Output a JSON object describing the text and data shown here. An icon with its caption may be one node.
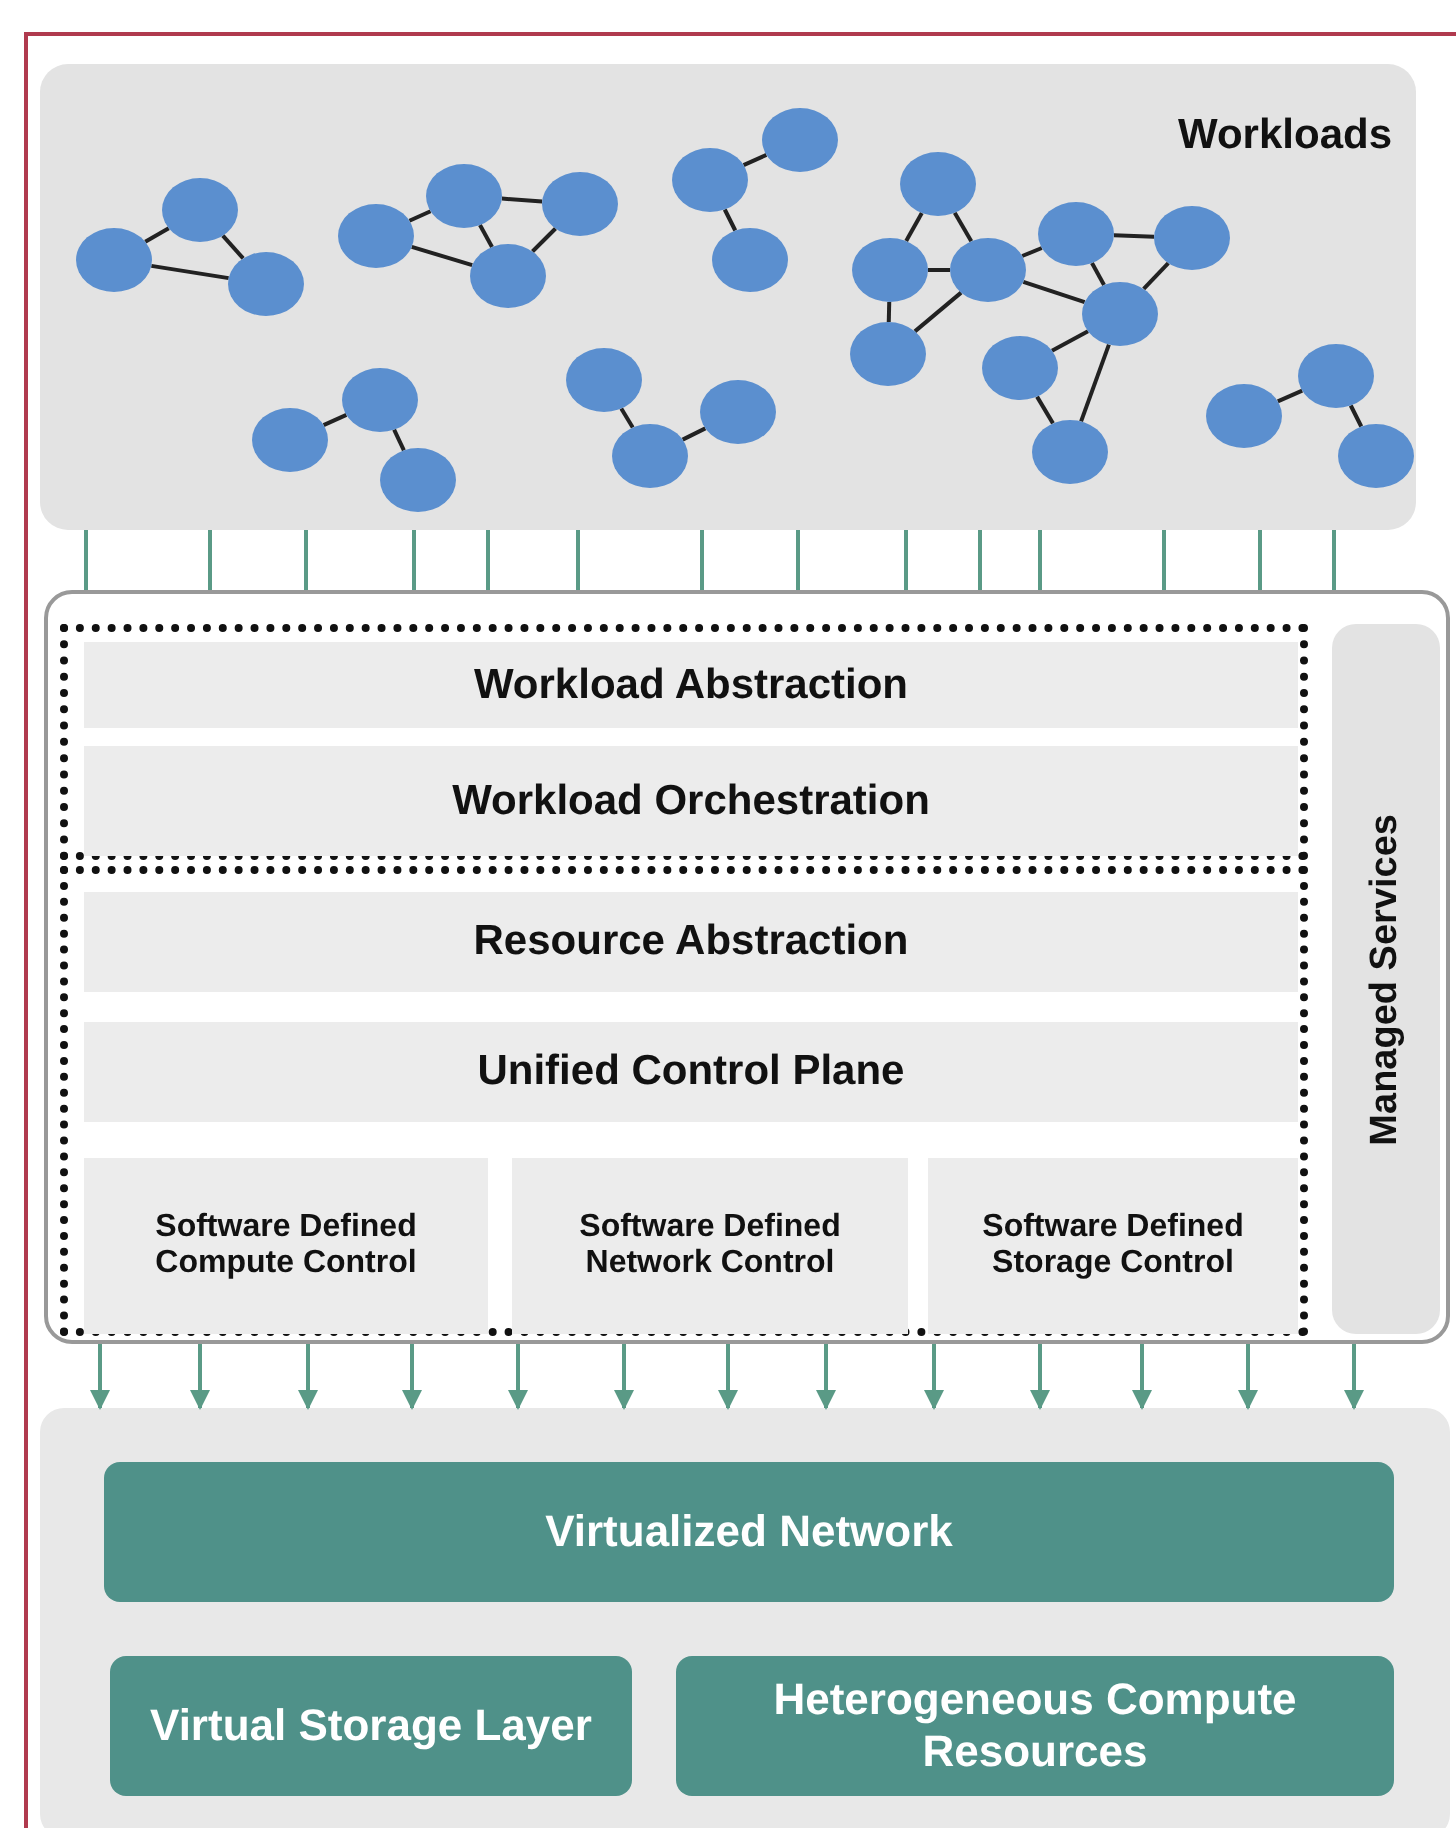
{
  "diagram": {
    "nodes": [
      {
        "text": [
          "Workloads"
        ]
      },
      {
        "text": [],
        "shape": "circle",
        "in": 0
      },
      {
        "text": [],
        "shape": "circle",
        "in": 0
      },
      {
        "text": [],
        "shape": "circle",
        "in": 0
      },
      {
        "text": [],
        "shape": "circle",
        "in": 0
      },
      {
        "text": [],
        "shape": "circle",
        "in": 0
      },
      {
        "text": [],
        "shape": "circle",
        "in": 0
      },
      {
        "text": [],
        "shape": "circle",
        "in": 0
      },
      {
        "text": [],
        "shape": "circle",
        "in": 0
      },
      {
        "text": [],
        "shape": "circle",
        "in": 0
      },
      {
        "text": [],
        "shape": "circle",
        "in": 0
      },
      {
        "text": [],
        "shape": "circle",
        "in": 0
      },
      {
        "text": [],
        "shape": "circle",
        "in": 0
      },
      {
        "text": [],
        "shape": "circle",
        "in": 0
      },
      {
        "text": [],
        "shape": "circle",
        "in": 0
      },
      {
        "text": [],
        "shape": "circle",
        "in": 0
      },
      {
        "text": [],
        "shape": "circle",
        "in": 0
      },
      {
        "text": [],
        "shape": "circle",
        "in": 0
      },
      {
        "text": [],
        "shape": "circle",
        "in": 0
      },
      {
        "text": [],
        "shape": "circle",
        "in": 0
      },
      {
        "text": [],
        "shape": "circle",
        "in": 0
      },
      {
        "text": [],
        "shape": "circle",
        "in": 0
      },
      {
        "text": [],
        "shape": "circle",
        "in": 0
      },
      {
        "text": [],
        "shape": "circle",
        "in": 0
      },
      {
        "text": [],
        "shape": "circle",
        "in": 0
      },
      {
        "text": [],
        "shape": "circle",
        "in": 0
      },
      {
        "text": [],
        "shape": "circle",
        "in": 0
      },
      {
        "text": [],
        "shape": "circle",
        "in": 0
      },
      {
        "text": [],
        "shape": "circle",
        "in": 0
      },
      {
        "text": [],
        "shape": "box"
      },
      {
        "text": [],
        "shape": "box",
        "in": 29
      },
      {
        "text": [
          "Workload Abstraction"
        ],
        "in": 30
      },
      {
        "text": [
          "Workload Orchestration"
        ],
        "in": 30
      },
      {
        "text": [],
        "shape": "box",
        "in": 29
      },
      {
        "text": [
          "Resource Abstraction"
        ],
        "in": 33
      },
      {
        "text": [
          "Unified Control Plane"
        ],
        "in": 33
      },
      {
        "text": [
          "Software Defined Compute Control"
        ],
        "in": 33
      },
      {
        "text": [
          "Software Defined Network Control"
        ],
        "in": 33
      },
      {
        "text": [
          "Software Defined Storage Control"
        ],
        "in": 33
      },
      {
        "text": [
          "Managed Services"
        ],
        "in": 29
      },
      {
        "text": [],
        "shape": "box"
      },
      {
        "text": [
          "Virtualized Network"
        ],
        "in": 40
      },
      {
        "text": [
          "Virtual Storage Layer"
        ],
        "in": 40
      },
      {
        "text": [
          "Heterogeneous Compute Resources"
        ],
        "in": 40
      }
    ],
    "edges": [
      {
        "from": 1,
        "to": 2,
        "arrow": "none"
      },
      {
        "from": 1,
        "to": 3,
        "arrow": "none"
      },
      {
        "from": 2,
        "to": 3,
        "arrow": "none"
      },
      {
        "from": 4,
        "to": 5,
        "arrow": "none"
      },
      {
        "from": 4,
        "to": 7,
        "arrow": "none"
      },
      {
        "from": 5,
        "to": 6,
        "arrow": "none"
      },
      {
        "from": 5,
        "to": 7,
        "arrow": "none"
      },
      {
        "from": 6,
        "to": 7,
        "arrow": "none"
      },
      {
        "from": 8,
        "to": 9,
        "arrow": "none"
      },
      {
        "from": 8,
        "to": 10,
        "arrow": "none"
      },
      {
        "from": 11,
        "to": 12,
        "arrow": "none"
      },
      {
        "from": 11,
        "to": 13,
        "arrow": "none"
      },
      {
        "from": 12,
        "to": 13,
        "arrow": "none"
      },
      {
        "from": 13,
        "to": 14,
        "arrow": "none"
      },
      {
        "from": 14,
        "to": 15,
        "arrow": "none"
      },
      {
        "from": 14,
        "to": 16,
        "arrow": "none"
      },
      {
        "from": 15,
        "to": 16,
        "arrow": "none"
      },
      {
        "from": 13,
        "to": 16,
        "arrow": "none"
      },
      {
        "from": 12,
        "to": 17,
        "arrow": "none"
      },
      {
        "from": 13,
        "to": 17,
        "arrow": "none"
      },
      {
        "from": 16,
        "to": 18,
        "arrow": "none"
      },
      {
        "from": 18,
        "to": 19,
        "arrow": "none"
      },
      {
        "from": 16,
        "to": 19,
        "arrow": "none"
      },
      {
        "from": 20,
        "to": 21,
        "arrow": "none"
      },
      {
        "from": 21,
        "to": 22,
        "arrow": "none"
      },
      {
        "from": 23,
        "to": 24,
        "arrow": "none"
      },
      {
        "from": 24,
        "to": 25,
        "arrow": "none"
      },
      {
        "from": 26,
        "to": 27,
        "arrow": "none"
      },
      {
        "from": 27,
        "to": 28,
        "arrow": "none"
      },
      {
        "from": 0,
        "to": 29,
        "arrow": "none",
        "color": "#5a9a86"
      },
      {
        "from": 0,
        "to": 29,
        "arrow": "none",
        "color": "#5a9a86"
      },
      {
        "from": 0,
        "to": 29,
        "arrow": "none",
        "color": "#5a9a86"
      },
      {
        "from": 0,
        "to": 29,
        "arrow": "none",
        "color": "#5a9a86"
      },
      {
        "from": 0,
        "to": 29,
        "arrow": "none",
        "color": "#5a9a86"
      },
      {
        "from": 0,
        "to": 29,
        "arrow": "none",
        "color": "#5a9a86"
      },
      {
        "from": 0,
        "to": 29,
        "arrow": "none",
        "color": "#5a9a86"
      },
      {
        "from": 0,
        "to": 29,
        "arrow": "none",
        "color": "#5a9a86"
      },
      {
        "from": 0,
        "to": 29,
        "arrow": "none",
        "color": "#5a9a86"
      },
      {
        "from": 0,
        "to": 29,
        "arrow": "none",
        "color": "#5a9a86"
      },
      {
        "from": 0,
        "to": 29,
        "arrow": "none",
        "color": "#5a9a86"
      },
      {
        "from": 0,
        "to": 29,
        "arrow": "none",
        "color": "#5a9a86"
      },
      {
        "from": 0,
        "to": 29,
        "arrow": "none",
        "color": "#5a9a86"
      },
      {
        "from": 0,
        "to": 29,
        "arrow": "none",
        "color": "#5a9a86"
      },
      {
        "from": 29,
        "to": 40,
        "arrow": "to",
        "color": "#5a9a86"
      },
      {
        "from": 29,
        "to": 40,
        "arrow": "to",
        "color": "#5a9a86"
      },
      {
        "from": 29,
        "to": 40,
        "arrow": "to",
        "color": "#5a9a86"
      },
      {
        "from": 29,
        "to": 40,
        "arrow": "to",
        "color": "#5a9a86"
      },
      {
        "from": 29,
        "to": 40,
        "arrow": "to",
        "color": "#5a9a86"
      },
      {
        "from": 29,
        "to": 40,
        "arrow": "to",
        "color": "#5a9a86"
      },
      {
        "from": 29,
        "to": 40,
        "arrow": "to",
        "color": "#5a9a86"
      },
      {
        "from": 29,
        "to": 40,
        "arrow": "to",
        "color": "#5a9a86"
      },
      {
        "from": 29,
        "to": 40,
        "arrow": "to",
        "color": "#5a9a86"
      },
      {
        "from": 29,
        "to": 40,
        "arrow": "to",
        "color": "#5a9a86"
      },
      {
        "from": 29,
        "to": 40,
        "arrow": "to",
        "color": "#5a9a86"
      },
      {
        "from": 29,
        "to": 40,
        "arrow": "to",
        "color": "#5a9a86"
      },
      {
        "from": 29,
        "to": 40,
        "arrow": "to",
        "color": "#5a9a86"
      }
    ]
  }
}
